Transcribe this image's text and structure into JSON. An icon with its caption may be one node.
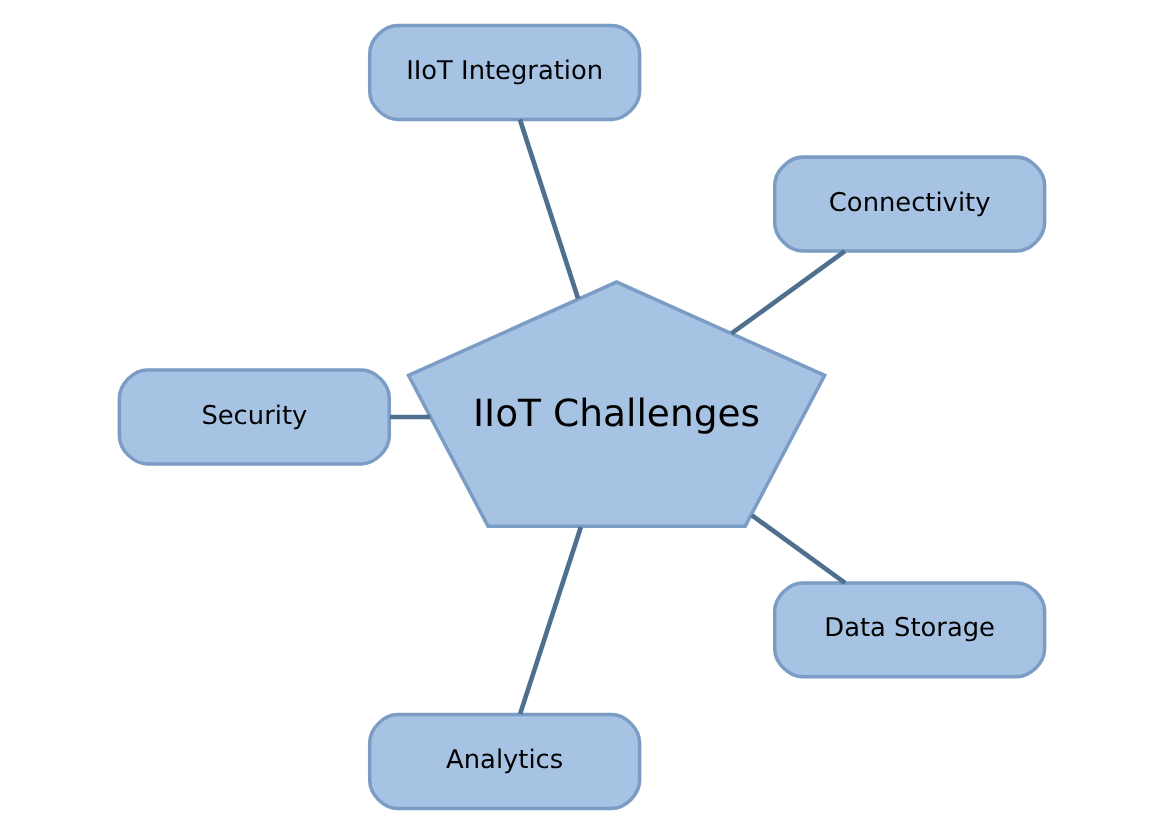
{
  "diagram": {
    "nodes": [
      {
        "text": [
          "Connectivity"
        ]
      },
      {
        "text": [
          "IIoT Integration"
        ]
      },
      {
        "text": [
          "IIoT Challenges"
        ]
      },
      {
        "text": [
          "Security"
        ]
      },
      {
        "text": [
          "Analytics"
        ]
      },
      {
        "text": [
          "Data Storage"
        ]
      }
    ],
    "edges": [
      {
        "from": 2,
        "to": 0,
        "arrow": "none"
      },
      {
        "from": 2,
        "to": 1,
        "arrow": "none"
      },
      {
        "from": 2,
        "to": 3,
        "arrow": "none"
      },
      {
        "from": 2,
        "to": 4,
        "arrow": "none"
      },
      {
        "from": 2,
        "to": 5,
        "arrow": "none"
      }
    ]
  }
}
